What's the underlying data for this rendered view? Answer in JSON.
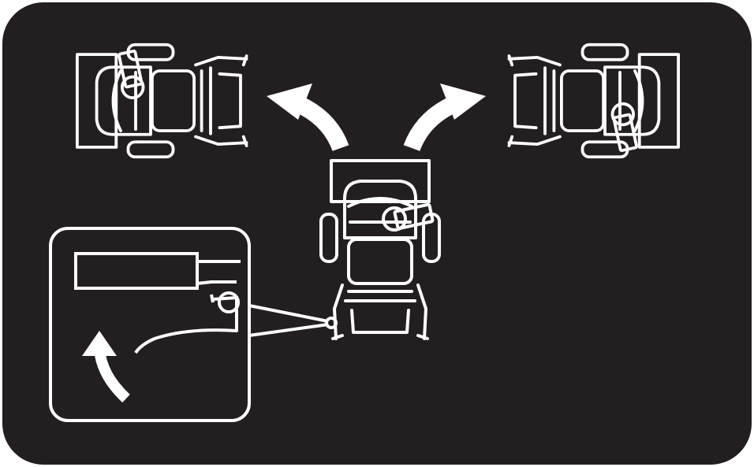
{
  "colors": {
    "panel_background": "#231f20",
    "line_art": "#ffffff",
    "page_background": "#ffffff"
  },
  "figure": {
    "kind": "seat-swivel-instruction-pictogram",
    "text_labels": [],
    "elements": {
      "seat_center": "seat-facing-forward",
      "seat_left": "seat-swiveled-left",
      "seat_right": "seat-swiveled-right",
      "arrow_left": "curved-arrow-left",
      "arrow_right": "curved-arrow-right",
      "inset": "swivel-lever-detail-inset",
      "inset_arrow": "curved-arrow-lift-lever"
    }
  }
}
